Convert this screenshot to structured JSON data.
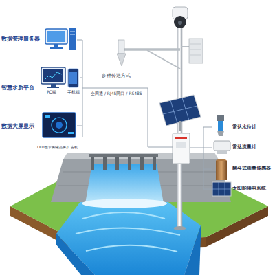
{
  "diagram": {
    "nodes": [
      {
        "text": [
          "数据管理服务器"
        ]
      },
      {
        "text": [
          "智慧水质平台",
          "PC端",
          "手机端"
        ]
      },
      {
        "text": [
          "数据大屏显示",
          "LED显示屏/液晶屏/广告机"
        ]
      },
      {
        "text": [
          "雷达水位计"
        ]
      },
      {
        "text": [
          "雷达流量计"
        ]
      },
      {
        "text": [
          "翻斗式雨量传感器"
        ]
      },
      {
        "text": [
          "太阳能供电系统"
        ]
      }
    ],
    "labels": [
      "多种传送方式",
      "全网通 / RJ45网口 / RS485"
    ]
  }
}
